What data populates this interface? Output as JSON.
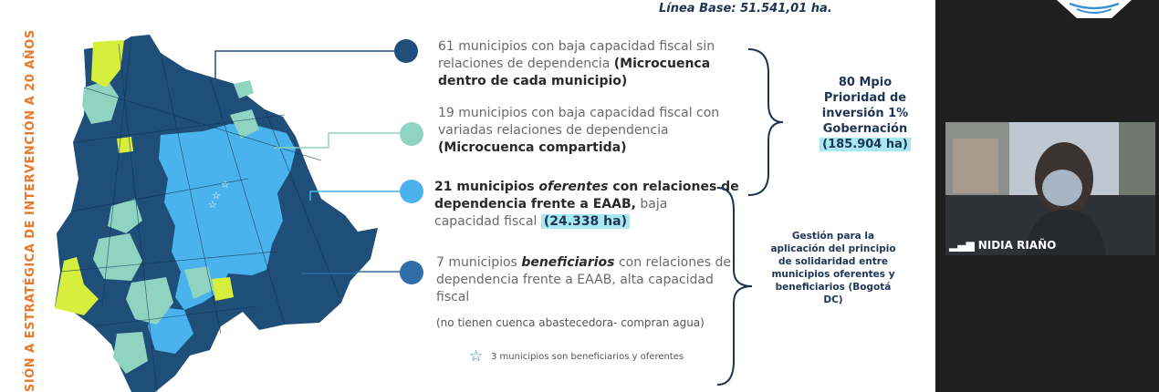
{
  "slide": {
    "vertical_title": "SIÓN A ESTRATÉGICA DE INTERVENCIÓN A 20 AÑOS",
    "baseline": "Línea Base: 51.541,01 ha.",
    "items": [
      {
        "line1": "61 municipios con baja capacidad fiscal sin",
        "line2_plain": "relaciones de dependencia ",
        "line2_bold": "(Microcuenca",
        "line3_bold": "dentro de cada municipio)",
        "dot_color": "#1f4e79"
      },
      {
        "line1": "19 municipios con baja capacidad fiscal con",
        "line2": "variadas relaciones de dependencia",
        "line3_bold": "(Microcuenca compartida)",
        "dot_color": "#8fd3c1"
      },
      {
        "line1_a": "21 municipios ",
        "line1_b": "oferentes",
        "line1_c": " con relaciones de",
        "line2": "dependencia frente a EAAB,",
        "line2_plain": " baja",
        "line3_plain": "capacidad fiscal ",
        "line3_hl": "(24.338 ha)",
        "dot_color": "#4ab3ee"
      },
      {
        "line1_a": "7 municipios ",
        "line1_b": "beneficiarios",
        "line1_c": " con relaciones de",
        "line2": "dependencia frente a EAAB, alta capacidad",
        "line3": "fiscal",
        "dot_color": "#2f6ea6"
      }
    ],
    "note": "(no tienen cuenca abastecedora- compran agua)",
    "star_icon": "star-icon",
    "star_text": "3 municipios son beneficiarios y oferentes",
    "box1": {
      "l1": "80 Mpio",
      "l2": "Prioridad de",
      "l3": "inversión 1%",
      "l4": "Gobernación",
      "l5": "(185.904 ha)"
    },
    "box2": {
      "l1": "Gestión para la",
      "l2": "aplicación del principio",
      "l3": "de solidaridad entre",
      "l4": "municipios oferentes y",
      "l5": "beneficiarios (Bogotá",
      "l6": "DC)"
    }
  },
  "video": {
    "participant_name": "NIDIA RIAÑO",
    "signal_icon": "signal-bars-icon"
  },
  "colors": {
    "dark_blue": "#1f4e79",
    "light_blue": "#4ab3ee",
    "teal": "#8fd3c1",
    "yellow": "#d6ef3c",
    "accent_orange": "#e8782a",
    "highlight": "#a8e8f3"
  }
}
